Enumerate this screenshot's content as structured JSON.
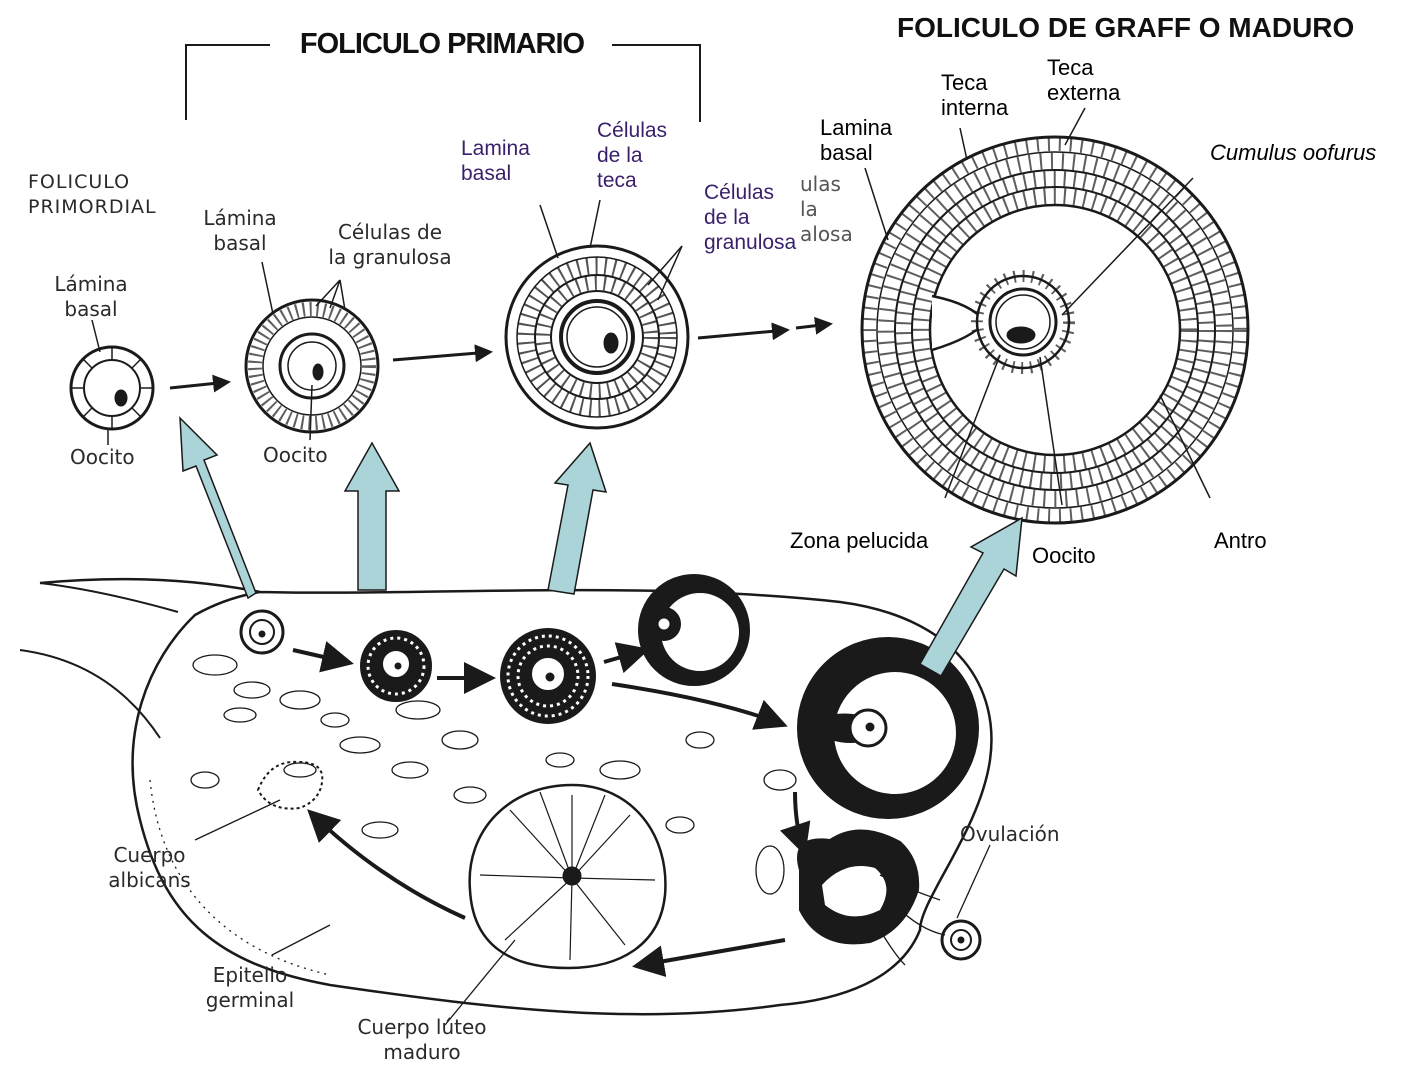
{
  "titles": {
    "primario": "FOLICULO PRIMARIO",
    "graff": "FOLICULO DE GRAFF O MADURO"
  },
  "labels": {
    "primordial": "FOLICULO\nPRIMORDIAL",
    "lamina_basal_1": "Lámina\nbasal",
    "oocito_1": "Oocito",
    "lamina_basal_2": "Lámina\nbasal",
    "celulas_granulosa_2": "Células de\nla granulosa",
    "oocito_2": "Oocito",
    "lamina_basal_3": "Lamina\nbasal",
    "celulas_teca_3": "Células\nde la\nteca",
    "celulas_granulosa_3": "Células\nde la\ngranulosa",
    "celulas_granulosa_behind": "ulas\nla\nalosa",
    "lamina_basal_4": "Lamina\nbasal",
    "teca_interna": "Teca\ninterna",
    "teca_externa": "Teca\nexterna",
    "cumulus": "Cumulus oofurus",
    "zona_pelucida": "Zona pelucida",
    "oocito_4": "Oocito",
    "antro": "Antro",
    "ovulacion": "Ovulación",
    "cuerpo_albicans": "Cuerpo\nalbicans",
    "epitelio_germinal": "Epitelio\ngerminal",
    "cuerpo_luteo": "Cuerpo lúteo\nmaduro"
  },
  "colors": {
    "highlight_arrow": "#aad4d8",
    "line": "#1a1a1a",
    "purple_text": "#3a1f6b"
  }
}
